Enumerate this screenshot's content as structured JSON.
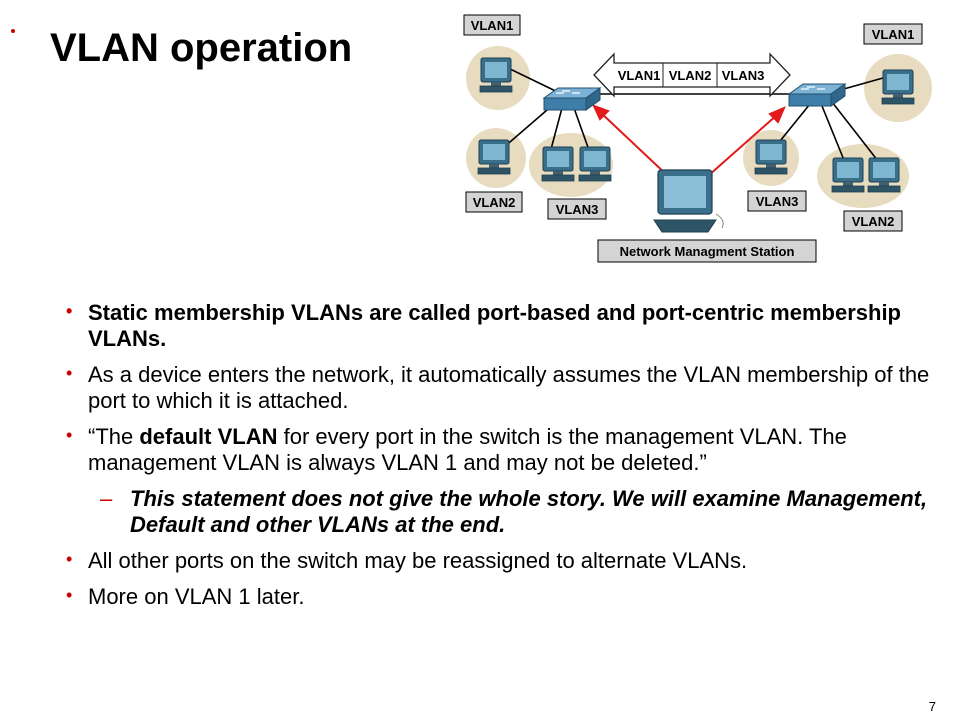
{
  "slide": {
    "title": "VLAN operation",
    "page_number": "7"
  },
  "diagram": {
    "trunk_labels": [
      "VLAN1",
      "VLAN2",
      "VLAN3"
    ],
    "left_labels": {
      "top": "VLAN1",
      "bottom_left": "VLAN2",
      "bottom_right": "VLAN3"
    },
    "right_labels": {
      "top": "VLAN1",
      "bottom_left": "VLAN3",
      "bottom_right": "VLAN2"
    },
    "station_label": "Network Managment Station",
    "colors": {
      "halo": "#e8dcc0",
      "arrow": "#e21a1a",
      "label_bg": "#d4d4d4",
      "switch": "#4a86b0"
    }
  },
  "bullets": [
    {
      "level": 1,
      "text": "Static membership VLANs are called port-based and port-centric membership VLANs."
    },
    {
      "level": 1,
      "text": "As a device enters the network, it automatically assumes the VLAN membership of the port to which it is attached."
    },
    {
      "level": 1,
      "parts": [
        "“The ",
        "default VLAN",
        " for every port in the switch is the management VLAN. The management VLAN is always VLAN 1 and may not be deleted.”"
      ]
    },
    {
      "level": 2,
      "text": "This statement does not give the whole story.  We will examine Management, Default and other VLANs at the end."
    },
    {
      "level": 1,
      "text": "All other ports on the switch may be reassigned to alternate VLANs."
    },
    {
      "level": 1,
      "text": "More on VLAN 1 later."
    }
  ]
}
